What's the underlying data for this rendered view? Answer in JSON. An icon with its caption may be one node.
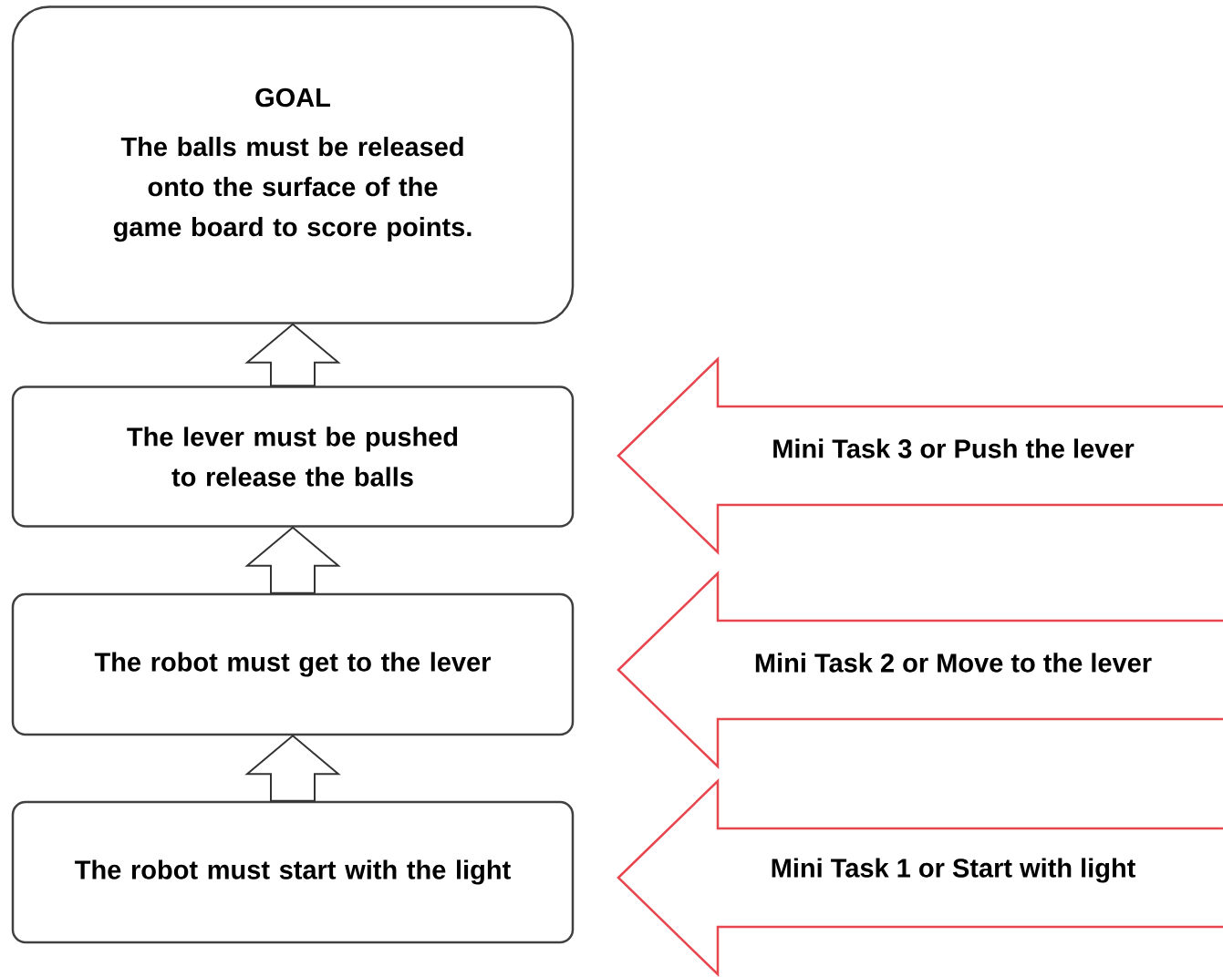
{
  "diagram": {
    "nodes": [
      {
        "text": [
          "GOAL",
          "The balls must be released onto the surface of the game board to score points."
        ]
      },
      {
        "text": [
          "The lever must be pushed to release the balls"
        ]
      },
      {
        "text": [
          "The robot must get to the lever"
        ]
      },
      {
        "text": [
          "The robot must start with the light"
        ]
      },
      {
        "text": [
          "Mini Task 3 or Push the lever"
        ]
      },
      {
        "text": [
          "Mini Task 2 or Move to the lever"
        ]
      },
      {
        "text": [
          "Mini Task 1 or Start with light"
        ]
      }
    ],
    "edges": [
      {
        "from": 1,
        "to": 0,
        "arrow": "to"
      },
      {
        "from": 2,
        "to": 1,
        "arrow": "to"
      },
      {
        "from": 3,
        "to": 2,
        "arrow": "to"
      }
    ]
  }
}
